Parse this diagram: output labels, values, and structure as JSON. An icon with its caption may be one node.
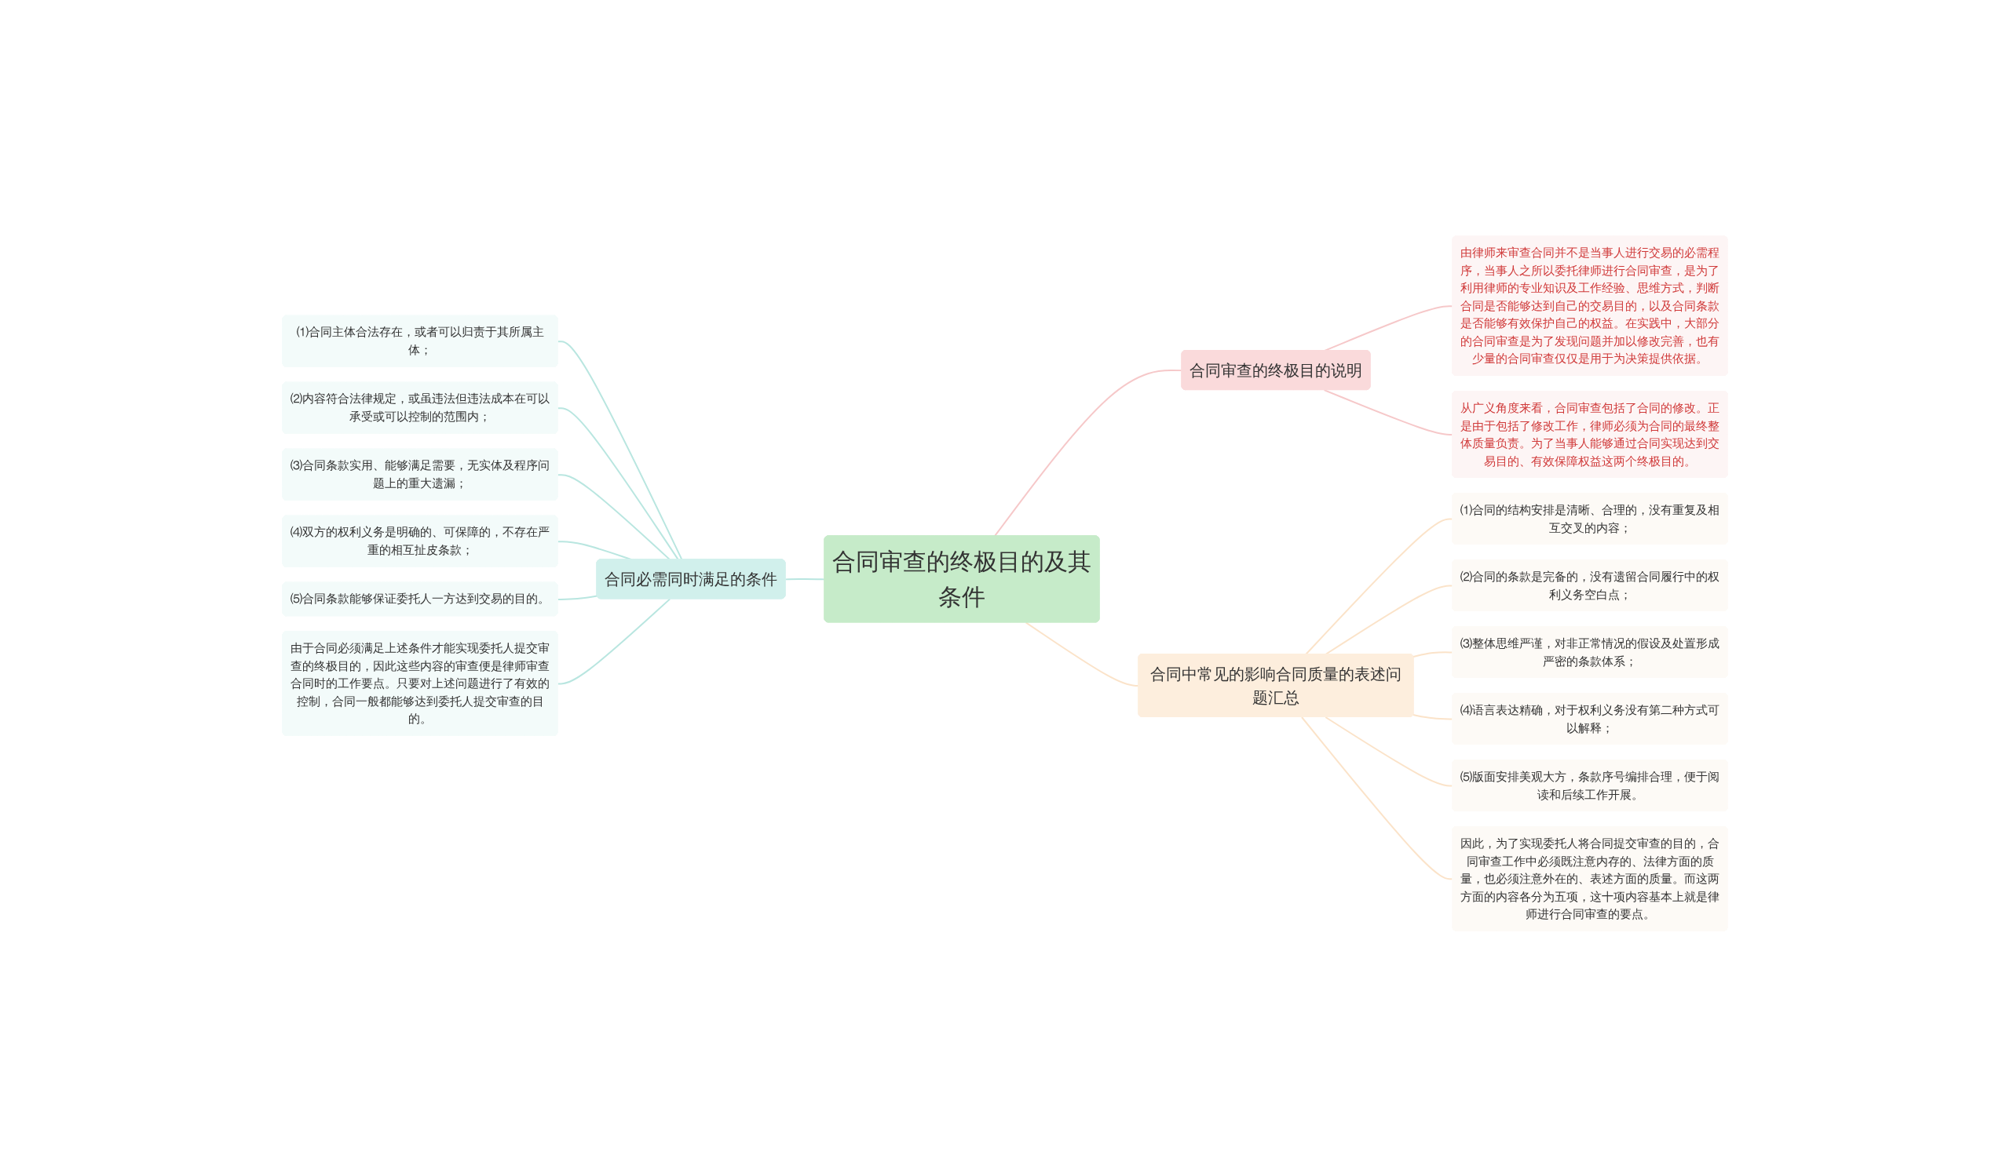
{
  "diagram": {
    "nodes": [
      {
        "text": [
          "合同审查的终极目的及其条件"
        ]
      },
      {
        "text": [
          "合同必需同时满足的条件"
        ]
      },
      {
        "text": [
          "⑴合同主体合法存在，或者可以归责于其所属主体；"
        ]
      },
      {
        "text": [
          "⑵内容符合法律规定，或虽违法但违法成本在可以承受或可以控制的范围内；"
        ]
      },
      {
        "text": [
          "⑶合同条款实用、能够满足需要，无实体及程序问题上的重大遗漏；"
        ]
      },
      {
        "text": [
          "⑷双方的权利义务是明确的、可保障的，不存在严重的相互扯皮条款；"
        ]
      },
      {
        "text": [
          "⑸合同条款能够保证委托人一方达到交易的目的。"
        ]
      },
      {
        "text": [
          "由于合同必须满足上述条件才能实现委托人提交审查的终极目的，因此这些内容的审查便是律师审查合同时的工作要点。只要对上述问题进行了有效的控制，合同一般都能够达到委托人提交审查的目的。"
        ]
      },
      {
        "text": [
          "合同审查的终极目的说明"
        ]
      },
      {
        "text": [
          "由律师来审查合同并不是当事人进行交易的必需程序，当事人之所以委托律师进行合同审查，是为了利用律师的专业知识及工作经验、思维方式，判断合同是否能够达到自己的交易目的，以及合同条款是否能够有效保护自己的权益。在实践中，大部分的合同审查是为了发现问题并加以修改完善，也有少量的合同审查仅仅是用于为决策提供依据。"
        ]
      },
      {
        "text": [
          "从广义角度来看，合同审查包括了合同的修改。正是由于包括了修改工作，律师必须为合同的最终整体质量负责。为了当事人能够通过合同实现达到交易目的、有效保障权益这两个终极目的。"
        ]
      },
      {
        "text": [
          "合同中常见的影响合同质量的表述问题汇总"
        ]
      },
      {
        "text": [
          "⑴合同的结构安排是清晰、合理的，没有重复及相互交叉的内容；"
        ]
      },
      {
        "text": [
          "⑵合同的条款是完备的，没有遗留合同履行中的权利义务空白点；"
        ]
      },
      {
        "text": [
          "⑶整体思维严谨，对非正常情况的假设及处置形成严密的条款体系；"
        ]
      },
      {
        "text": [
          "⑷语言表达精确，对于权利义务没有第二种方式可以解释；"
        ]
      },
      {
        "text": [
          "⑸版面安排美观大方，条款序号编排合理，便于阅读和后续工作开展。"
        ]
      },
      {
        "text": [
          "因此，为了实现委托人将合同提交审查的目的，合同审查工作中必须既注意内存的、法律方面的质量，也必须注意外在的、表述方面的质量。而这两方面的内容各分为五项，这十项内容基本上就是律师进行合同审查的要点。"
        ]
      }
    ],
    "edges": [
      {
        "from": 0,
        "to": 1,
        "arrow": "none",
        "color": "#b9e6e0"
      },
      {
        "from": 1,
        "to": 2,
        "arrow": "none",
        "color": "#b9e6e0"
      },
      {
        "from": 1,
        "to": 3,
        "arrow": "none",
        "color": "#b9e6e0"
      },
      {
        "from": 1,
        "to": 4,
        "arrow": "none",
        "color": "#b9e6e0"
      },
      {
        "from": 1,
        "to": 5,
        "arrow": "none",
        "color": "#b9e6e0"
      },
      {
        "from": 1,
        "to": 6,
        "arrow": "none",
        "color": "#b9e6e0"
      },
      {
        "from": 1,
        "to": 7,
        "arrow": "none",
        "color": "#b9e6e0"
      },
      {
        "from": 0,
        "to": 8,
        "arrow": "none",
        "color": "#f6c8c9"
      },
      {
        "from": 8,
        "to": 9,
        "arrow": "none",
        "color": "#f6c8c9"
      },
      {
        "from": 8,
        "to": 10,
        "arrow": "none",
        "color": "#f6c8c9"
      },
      {
        "from": 0,
        "to": 11,
        "arrow": "none",
        "color": "#fbe3c9"
      },
      {
        "from": 11,
        "to": 12,
        "arrow": "none",
        "color": "#fbe3c9"
      },
      {
        "from": 11,
        "to": 13,
        "arrow": "none",
        "color": "#fbe3c9"
      },
      {
        "from": 11,
        "to": 14,
        "arrow": "none",
        "color": "#fbe3c9"
      },
      {
        "from": 11,
        "to": 15,
        "arrow": "none",
        "color": "#fbe3c9"
      },
      {
        "from": 11,
        "to": 16,
        "arrow": "none",
        "color": "#fbe3c9"
      },
      {
        "from": 11,
        "to": 17,
        "arrow": "none",
        "color": "#fbe3c9"
      }
    ]
  }
}
